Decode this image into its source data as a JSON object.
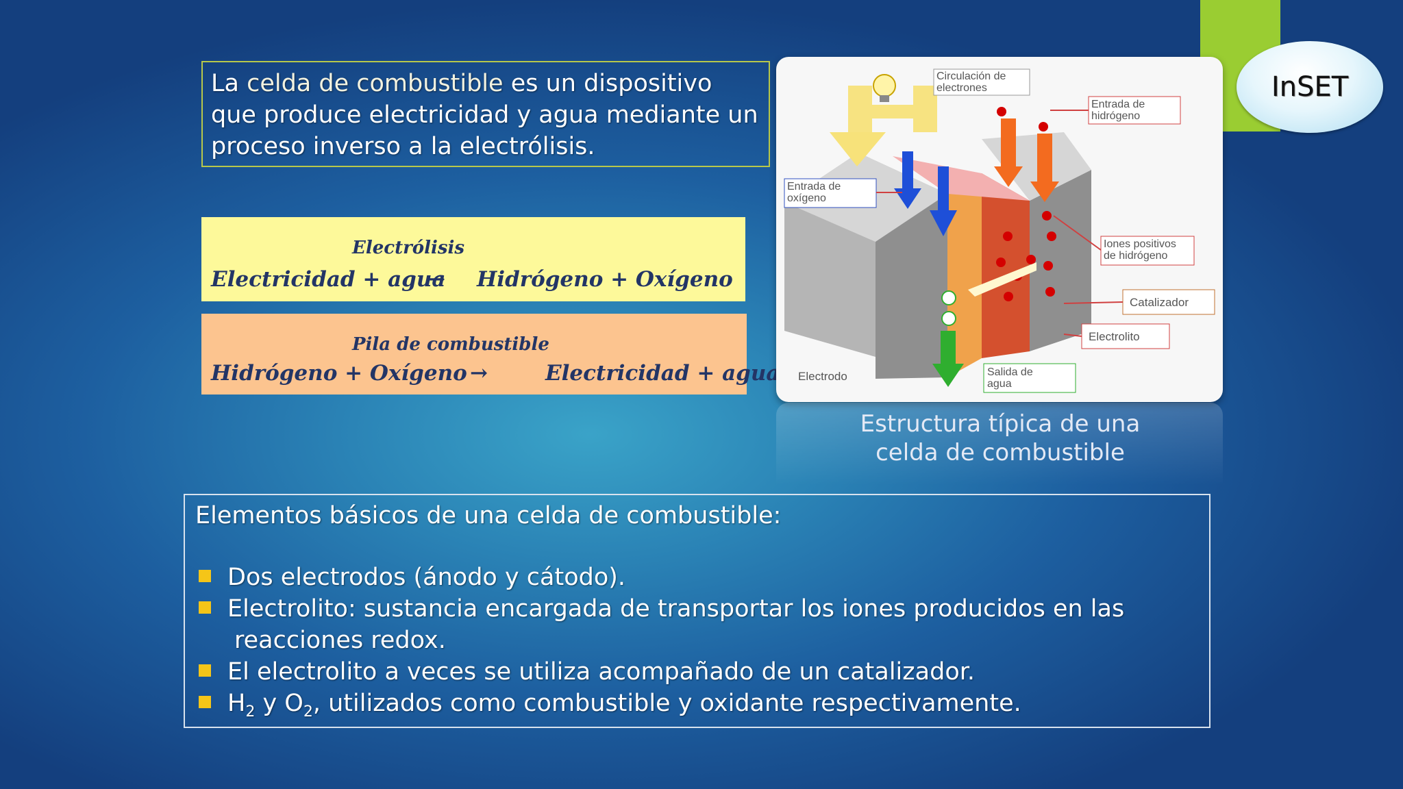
{
  "logo": {
    "text": "InSET"
  },
  "intro": {
    "part1": "La ",
    "highlight": "celda de combustible",
    "part2": " es un dispositivo",
    "line2": "que produce electricidad y agua mediante un",
    "line3": "proceso inverso a la electrólisis."
  },
  "equations": {
    "electrolysis": {
      "title": "Electrólisis",
      "left": "Electricidad + agua",
      "arrow": "→",
      "right": "Hidrógeno + Oxígeno"
    },
    "fuel_cell": {
      "title": "Pila de combustible",
      "left": "Hidrógeno + Oxígeno",
      "arrow": "→",
      "right": "Electricidad + agua"
    }
  },
  "diagram": {
    "labels": {
      "circulation": [
        "Circulación de",
        "electrones"
      ],
      "hydrogen_in": [
        "Entrada de",
        "hidrógeno"
      ],
      "oxygen_in": [
        "Entrada de",
        "oxígeno"
      ],
      "positive_ions": [
        "Iones positivos",
        "de hidrógeno"
      ],
      "catalyst": "Catalizador",
      "electrolyte": "Electrolito",
      "electrode": "Electrodo",
      "water_out": [
        "Salida de",
        "agua"
      ]
    },
    "colors": {
      "electrode": "#a9a9a9",
      "membrane": "#d4502e",
      "hydrogen_arrow": "#f36b1f",
      "oxygen_arrow": "#1e4fd8",
      "water_arrow": "#2fae2f",
      "electron_arrow": "#f7e27a"
    },
    "caption_line1": "Estructura típica de una",
    "caption_line2": "celda de combustible"
  },
  "elements": {
    "title_part1": "Elementos básicos de una ",
    "title_part2": "celda de combustible",
    "title_part3": ":",
    "items": [
      {
        "a": "Dos electrodos",
        "b": " (ánodo y cátodo)."
      },
      {
        "a": "Electrolito",
        "b": ": sustancia encargada de transportar los iones producidos en las",
        "c": "reacciones redox."
      },
      {
        "a": "El electrolito a veces se utiliza acompañado de un ",
        "b": "catalizador",
        "c": "."
      },
      {
        "h": "H",
        "hsub": "2",
        "y": " y ",
        "o": "O",
        "osub": "2",
        "rest": ", utilizados como combustible y oxidante respectivamente."
      }
    ],
    "bullet_color": "#f5c518"
  }
}
